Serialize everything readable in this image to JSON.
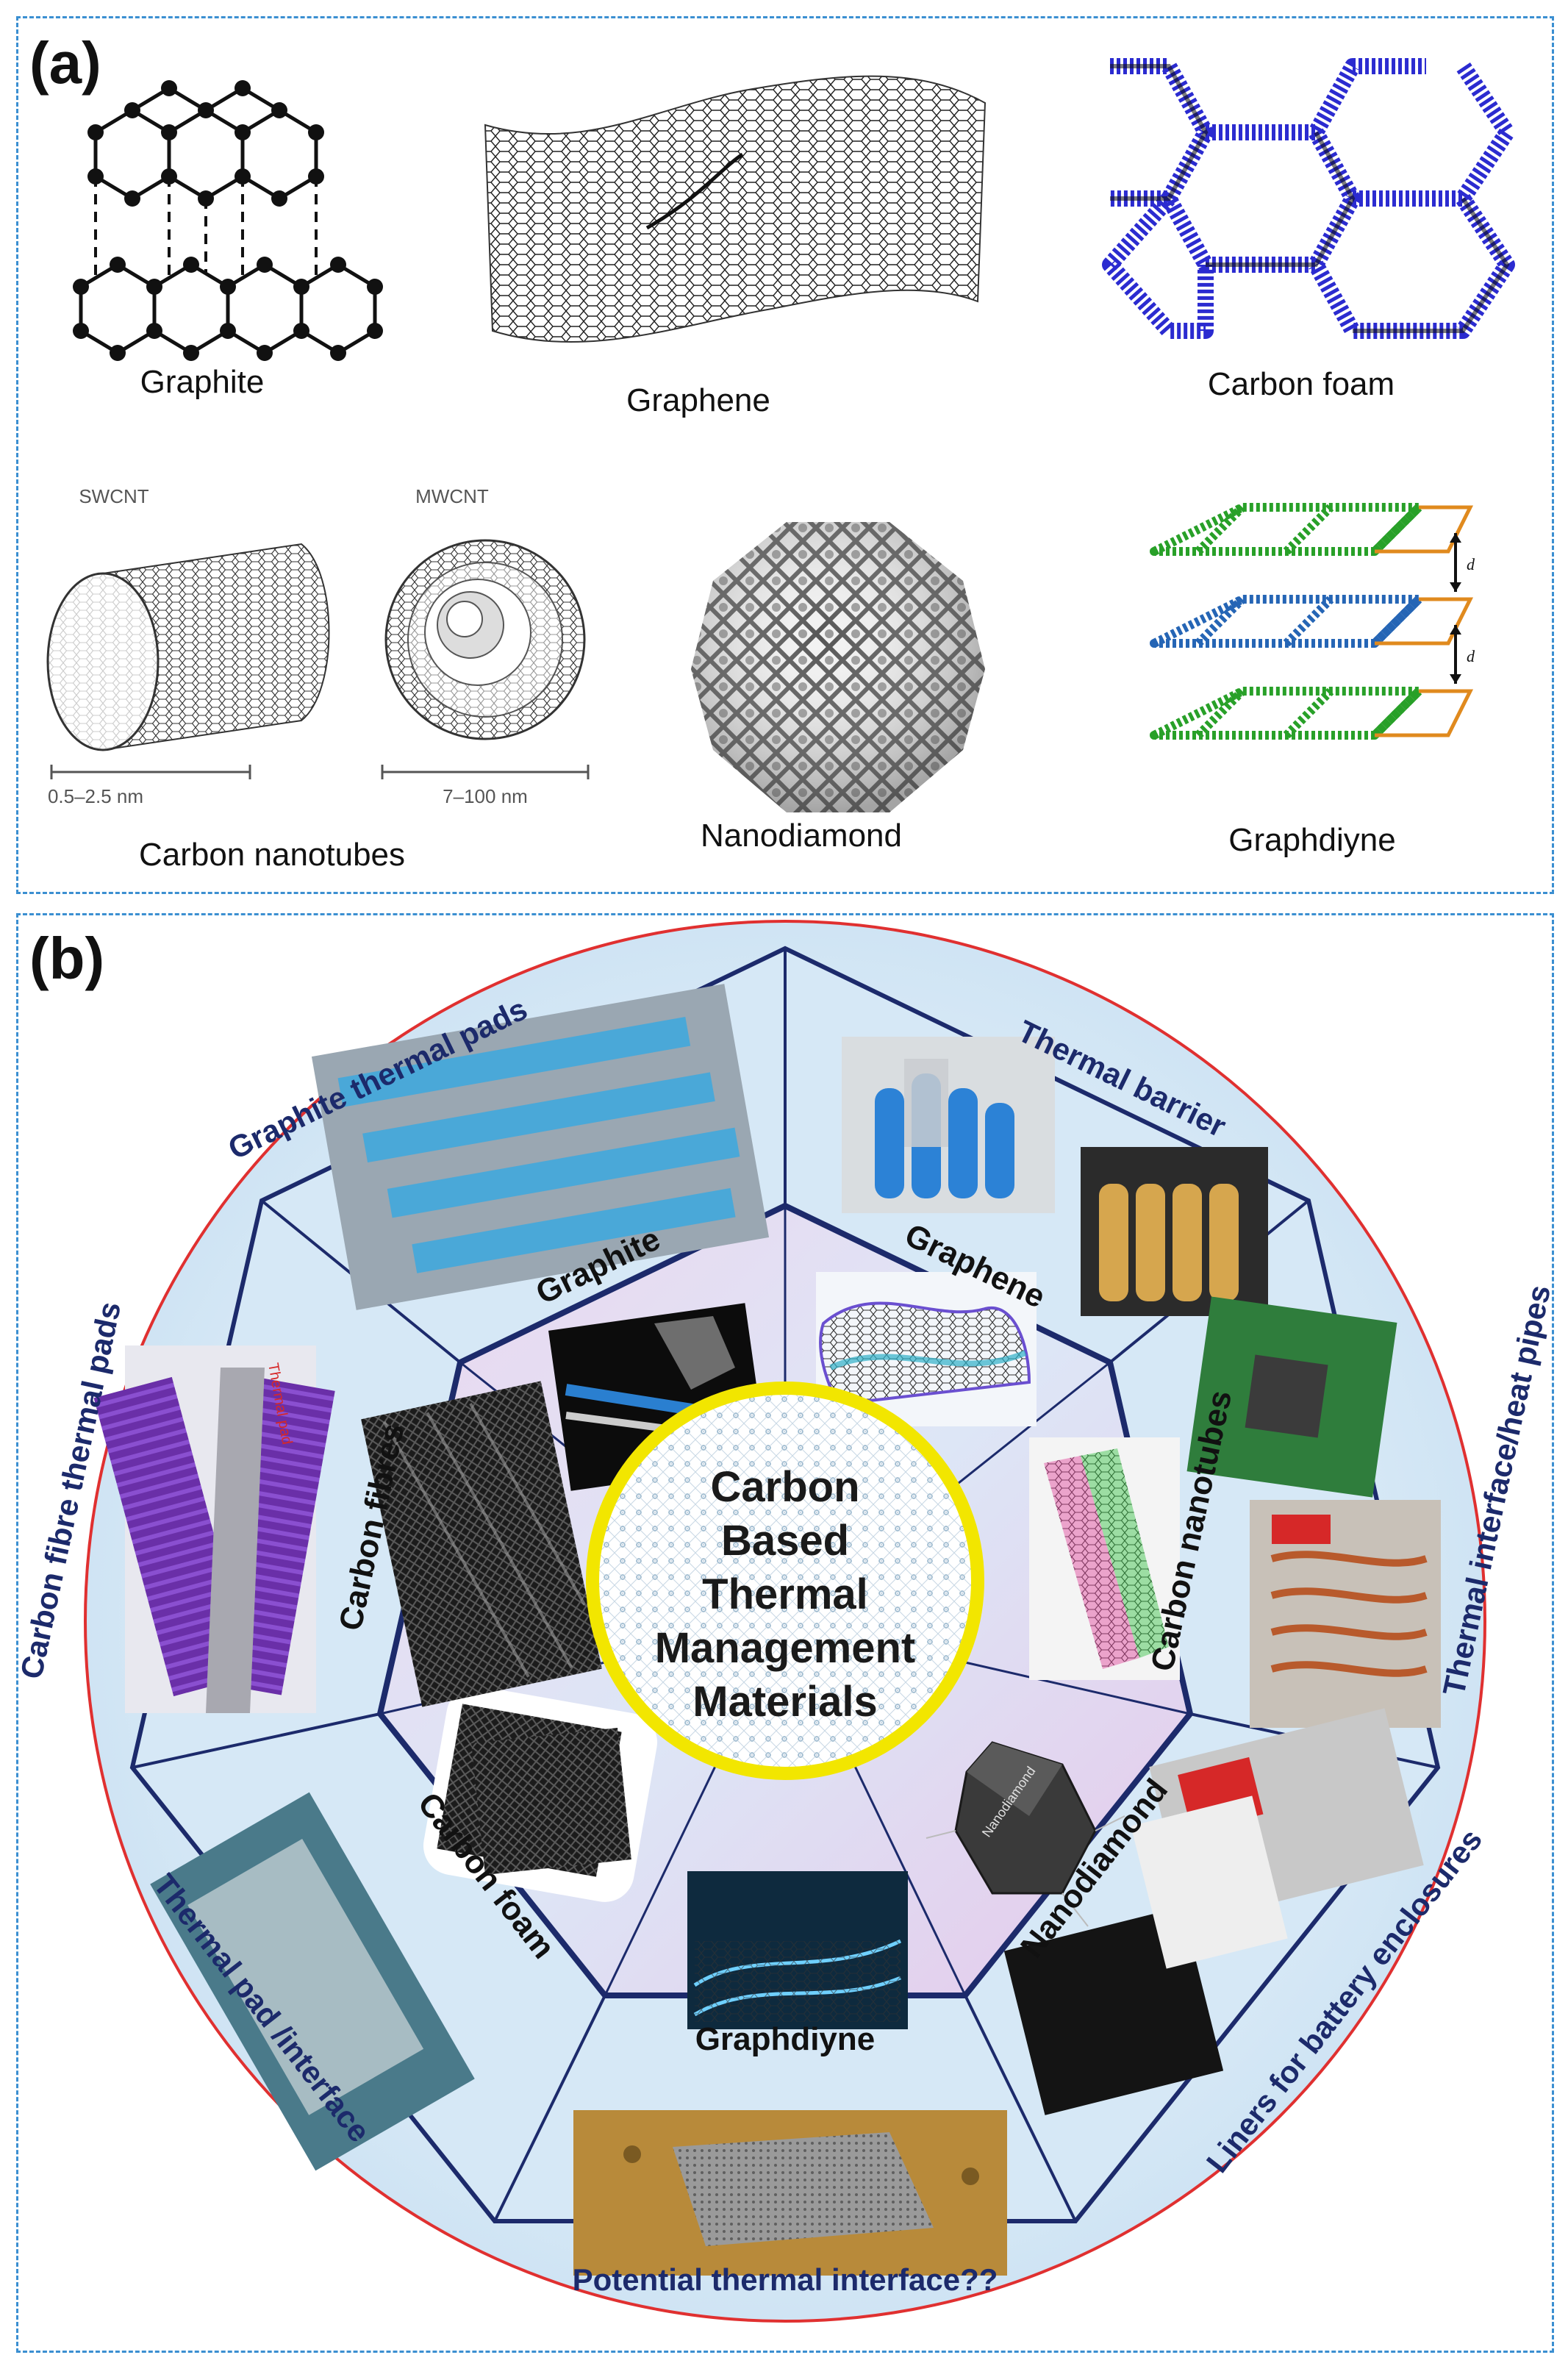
{
  "panel_a": {
    "label": "(a)",
    "items": [
      {
        "name": "Graphite"
      },
      {
        "name": "Graphene"
      },
      {
        "name": "Carbon foam"
      },
      {
        "name": "Carbon nanotubes"
      },
      {
        "name": "Nanodiamond"
      },
      {
        "name": "Graphdiyne"
      }
    ],
    "swcnt": {
      "title": "SWCNT",
      "scale": "0.5–2.5 nm"
    },
    "mwcnt": {
      "title": "MWCNT",
      "scale": "7–100 nm"
    },
    "graphdiyne_spacing": "d"
  },
  "panel_b": {
    "label": "(b)",
    "center": [
      "Carbon",
      "Based",
      "Thermal",
      "Management",
      "Materials"
    ],
    "inner_materials": [
      "Graphite",
      "Graphene",
      "Carbon nanotubes",
      "Nanodiamond",
      "Graphdiyne",
      "Carbon foam",
      "Carbon fibres"
    ],
    "outer_applications": [
      "Graphite thermal pads",
      "Thermal barrier",
      "Thermal interface/heat pipes",
      "Liners for battery enclosures",
      "Potential thermal interface??",
      "Thermal pad /interface",
      "Carbon fibre thermal pads"
    ],
    "photo_text": {
      "thermal_pad": "Thermal pad",
      "nanodiamond": "Nanodiamond"
    },
    "colors": {
      "outline": "#e03030",
      "frame": "#1c2a6b",
      "center_ring": "#f2e600",
      "text_blue": "#1c2a6b"
    }
  }
}
